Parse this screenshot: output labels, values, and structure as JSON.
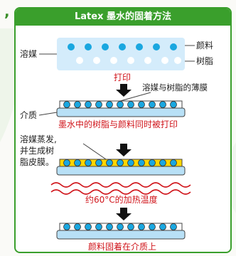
{
  "header": {
    "title": "Latex 墨水的固着方法"
  },
  "labels": {
    "solvent": "溶媒",
    "pigment": "颜料",
    "resin": "树脂",
    "print": "打印",
    "resin_film": "溶媒与树脂的薄膜",
    "medium": "介质",
    "simultaneous": "墨水中的树脂与颜料同时被打印",
    "evaporate": [
      "溶媒蒸发,",
      "并生成树",
      "脂皮膜。"
    ],
    "heating": "约60°C的加热温度",
    "fixed": "颜料固着在介质上"
  },
  "colors": {
    "green": "#3a9f2c",
    "red": "#d0151b",
    "cyan_dot": "#1aa7e0",
    "light_blue": "#d4ecfb",
    "yellow": "#ffd600",
    "medium_fill": "#b8e0f6"
  },
  "icons": [
    "down-arrow-icon"
  ]
}
